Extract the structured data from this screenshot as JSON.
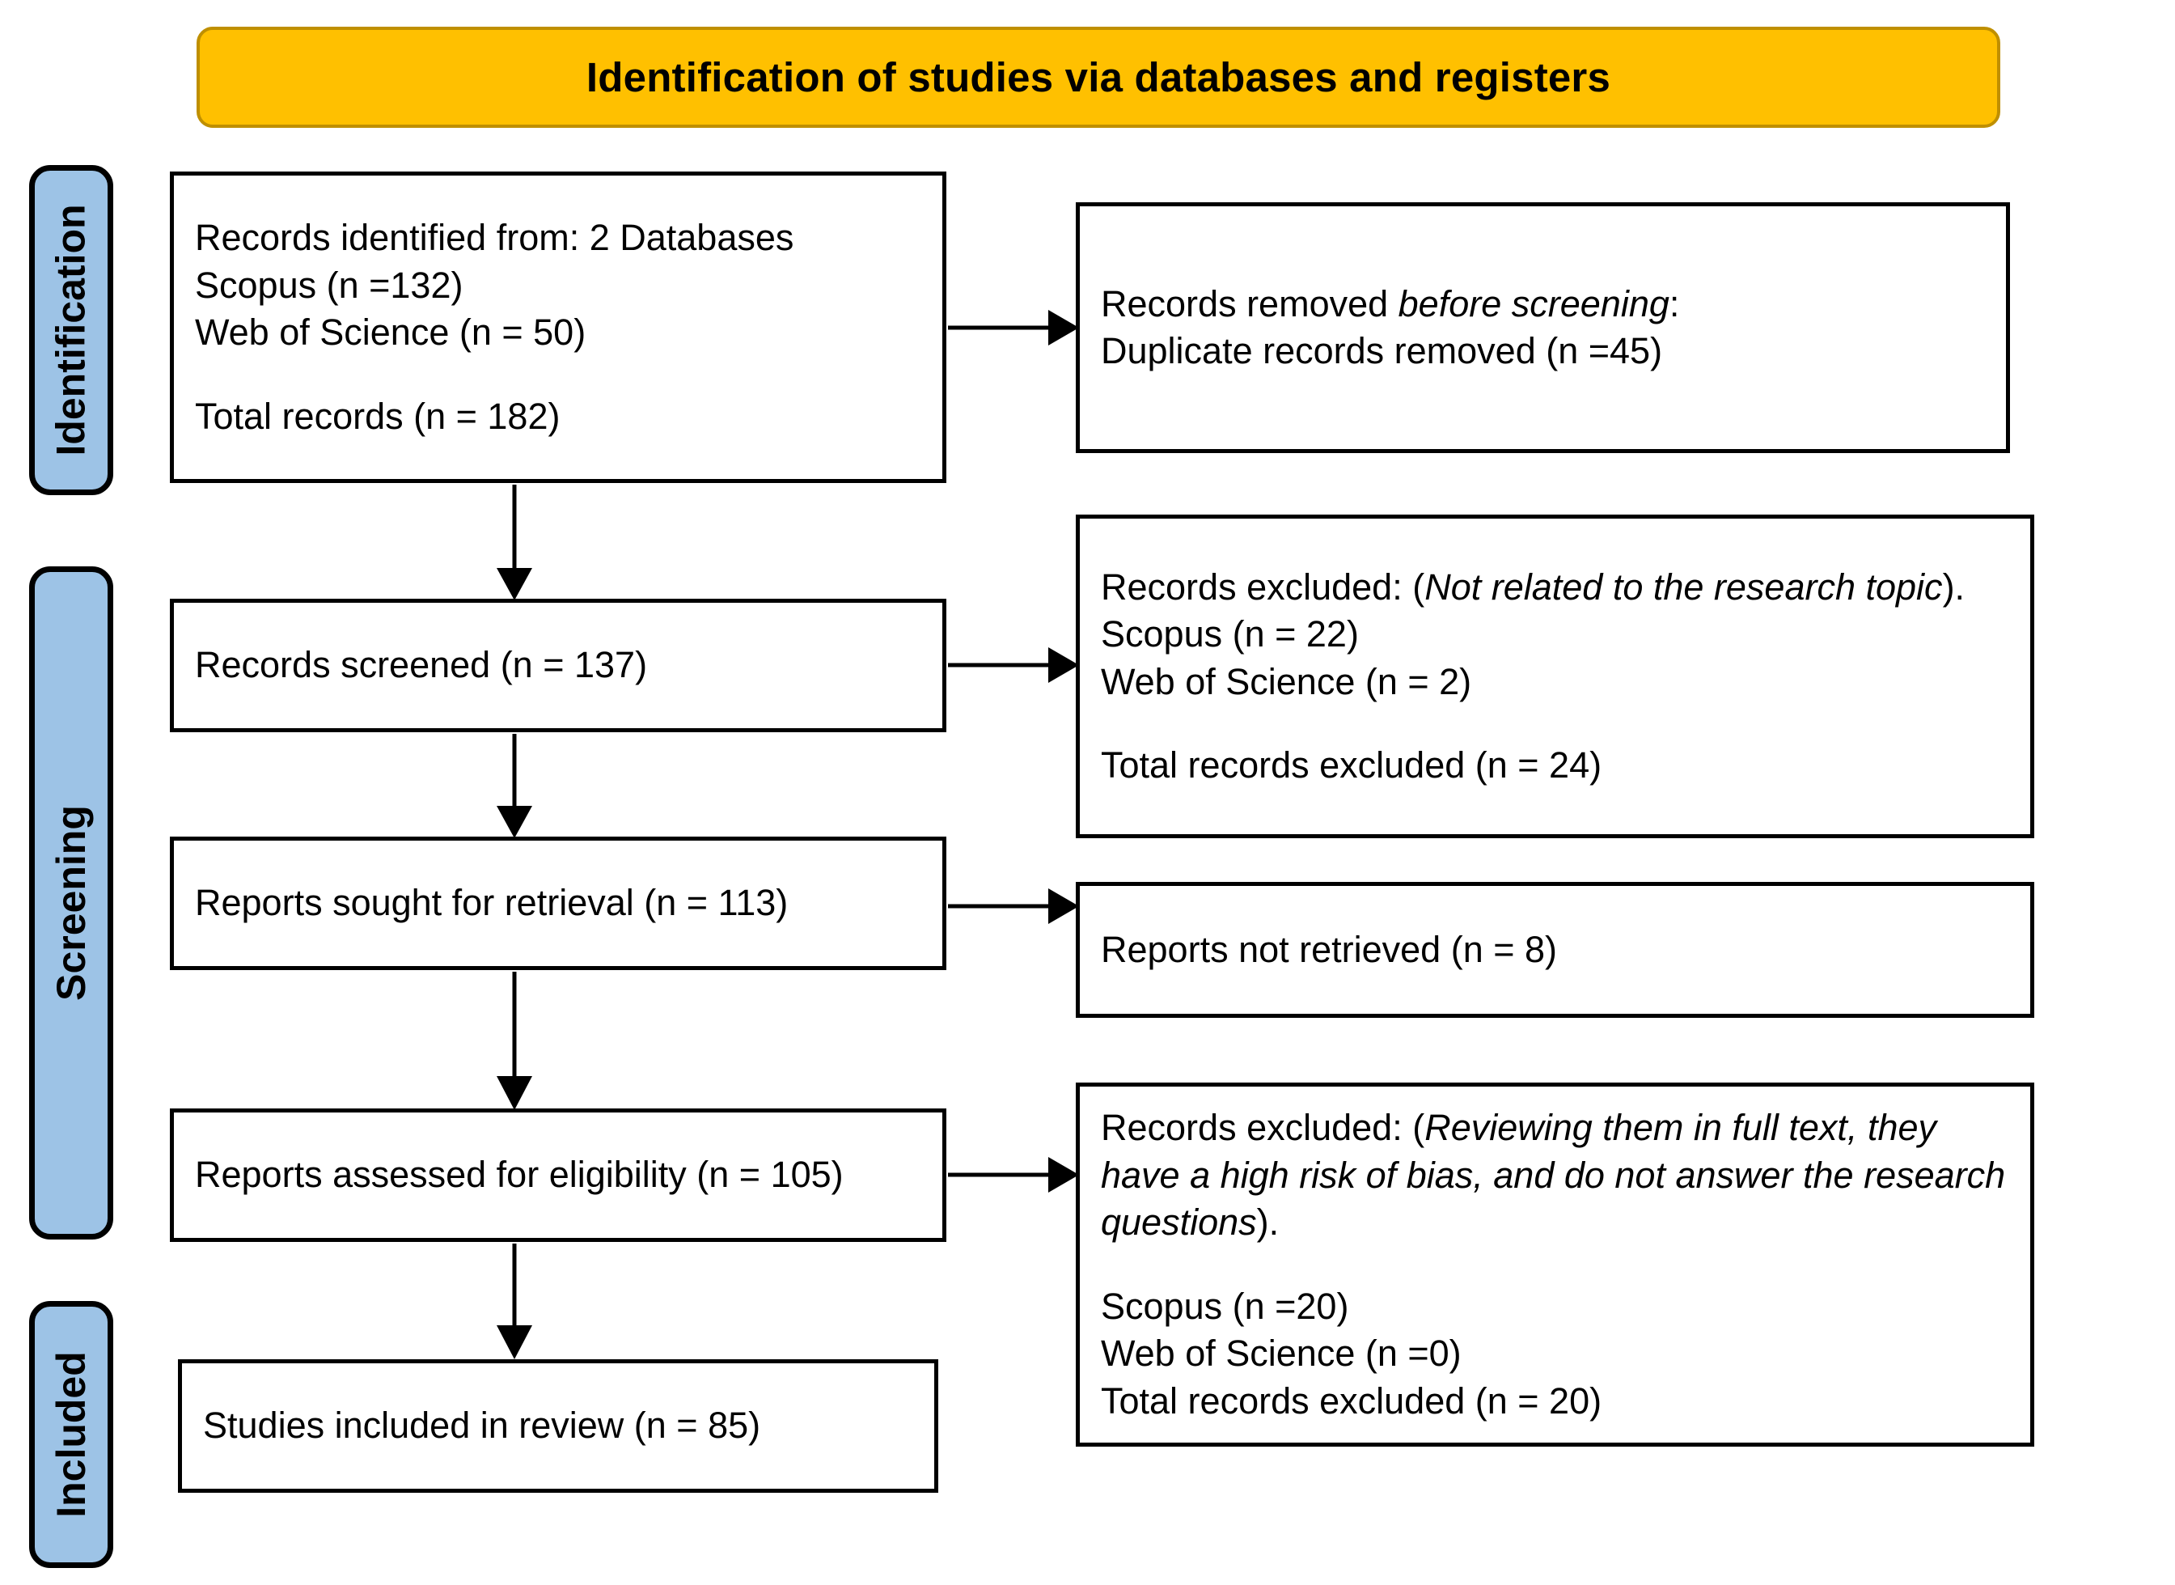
{
  "header": {
    "title": "Identification of studies via databases and registers",
    "banner_color": "#FFC000",
    "banner_border_color": "#BF8F00"
  },
  "stage_labels": {
    "accent_color": "#9DC3E6",
    "identification": "Identification",
    "screening": "Screening",
    "included": "Included"
  },
  "flow": {
    "identified": {
      "line1": "Records identified from: 2 Databases",
      "line2": "Scopus (n =132)",
      "line3": "Web of Science (n = 50)",
      "line4": "Total records (n = 182)"
    },
    "removed": {
      "line1_prefix": "Records removed ",
      "line1_em": "before screening",
      "line1_suffix": ":",
      "line2": "Duplicate records removed (n =45)"
    },
    "screened": {
      "line1": "Records screened (n = 137)"
    },
    "excluded_screening": {
      "line1_prefix": "Records excluded: (",
      "line1_em": "Not related to the research topic",
      "line1_suffix": ").",
      "line2": "Scopus (n = 22)",
      "line3": "Web of Science (n = 2)",
      "line4": "Total records excluded (n = 24)"
    },
    "sought": {
      "line1": "Reports sought for retrieval (n = 113)"
    },
    "not_retrieved": {
      "line1": "Reports not retrieved (n = 8)"
    },
    "assessed": {
      "line1": "Reports assessed for eligibility (n = 105)"
    },
    "excluded_eligibility": {
      "line1_prefix": "Records excluded: (",
      "line1_em": "Reviewing them in full text, they have a high risk of bias, and do not answer the research questions",
      "line1_suffix": ").",
      "line2": "Scopus (n =20)",
      "line3": "Web of Science (n =0)",
      "line4": "Total records excluded (n = 20)"
    },
    "included": {
      "line1": "Studies included in review (n = 85)"
    }
  },
  "chart_data": {
    "type": "diagram",
    "title": "Identification of studies via databases and registers",
    "stages": [
      "Identification",
      "Screening",
      "Included"
    ],
    "nodes": [
      {
        "id": "identified",
        "stage": "Identification",
        "label": "Records identified from: 2 Databases",
        "n": 182,
        "sources": [
          {
            "name": "Scopus",
            "n": 132
          },
          {
            "name": "Web of Science",
            "n": 50
          }
        ]
      },
      {
        "id": "removed",
        "stage": "Identification",
        "label": "Records removed before screening: Duplicate records removed",
        "n": 45
      },
      {
        "id": "screened",
        "stage": "Screening",
        "label": "Records screened",
        "n": 137
      },
      {
        "id": "excluded_screening",
        "stage": "Screening",
        "label": "Records excluded: (Not related to the research topic).",
        "n": 24,
        "sources": [
          {
            "name": "Scopus",
            "n": 22
          },
          {
            "name": "Web of Science",
            "n": 2
          }
        ]
      },
      {
        "id": "sought",
        "stage": "Screening",
        "label": "Reports sought for retrieval",
        "n": 113
      },
      {
        "id": "not_retrieved",
        "stage": "Screening",
        "label": "Reports not retrieved",
        "n": 8
      },
      {
        "id": "assessed",
        "stage": "Screening",
        "label": "Reports assessed for eligibility",
        "n": 105
      },
      {
        "id": "excluded_eligibility",
        "stage": "Screening",
        "label": "Records excluded: (Reviewing them in full text, they have a high risk of bias, and do not answer the research questions).",
        "n": 20,
        "sources": [
          {
            "name": "Scopus",
            "n": 20
          },
          {
            "name": "Web of Science",
            "n": 0
          }
        ]
      },
      {
        "id": "included",
        "stage": "Included",
        "label": "Studies included in review",
        "n": 85
      }
    ],
    "edges": [
      {
        "from": "identified",
        "to": "removed",
        "direction": "right"
      },
      {
        "from": "identified",
        "to": "screened",
        "direction": "down"
      },
      {
        "from": "screened",
        "to": "excluded_screening",
        "direction": "right"
      },
      {
        "from": "screened",
        "to": "sought",
        "direction": "down"
      },
      {
        "from": "sought",
        "to": "not_retrieved",
        "direction": "right"
      },
      {
        "from": "sought",
        "to": "assessed",
        "direction": "down"
      },
      {
        "from": "assessed",
        "to": "excluded_eligibility",
        "direction": "right"
      },
      {
        "from": "assessed",
        "to": "included",
        "direction": "down"
      }
    ]
  }
}
